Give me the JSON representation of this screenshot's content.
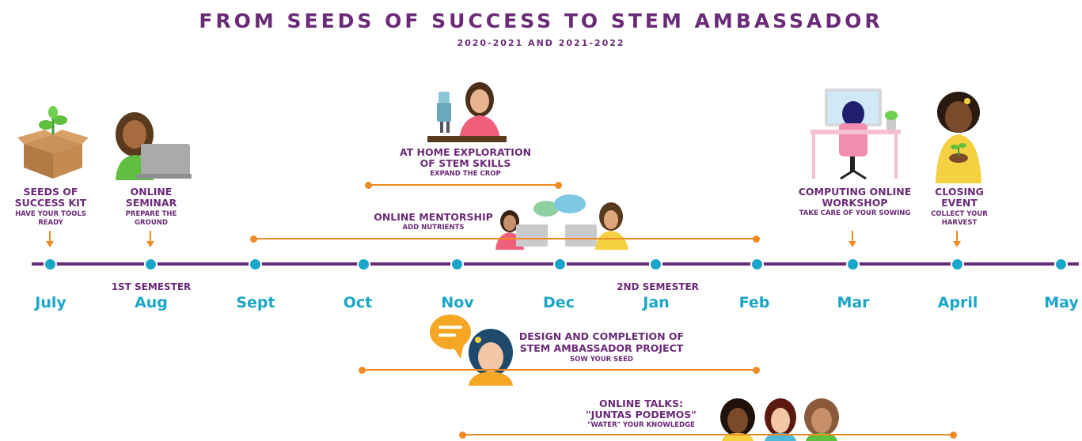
{
  "header": {
    "title": "FROM SEEDS OF SUCCESS TO STEM AMBASSADOR",
    "subtitle": "2020-2021 AND 2021-2022"
  },
  "months": [
    "July",
    "Aug",
    "Sept",
    "Oct",
    "Nov",
    "Dec",
    "Jan",
    "Feb",
    "Mar",
    "April",
    "May"
  ],
  "semesters": {
    "first": "1ST SEMESTER",
    "second": "2ND SEMESTER"
  },
  "events": {
    "seeds_kit": {
      "title_1": "SEEDS OF",
      "title_2": "SUCCESS KIT",
      "sub_1": "HAVE YOUR TOOLS",
      "sub_2": "READY"
    },
    "online_seminar": {
      "title_1": "ONLINE",
      "title_2": "SEMINAR",
      "sub_1": "PREPARE THE",
      "sub_2": "GROUND"
    },
    "home_exploration": {
      "title_1": "AT HOME EXPLORATION",
      "title_2": "OF STEM SKILLS",
      "sub": "EXPAND THE CROP"
    },
    "mentorship": {
      "title": "ONLINE MENTORSHIP",
      "sub": "ADD NUTRIENTS"
    },
    "computing_workshop": {
      "title_1": "COMPUTING ONLINE",
      "title_2": "WORKSHOP",
      "sub": "TAKE CARE OF YOUR SOWING"
    },
    "closing_event": {
      "title_1": "CLOSING",
      "title_2": "EVENT",
      "sub_1": "COLLECT YOUR",
      "sub_2": "HARVEST"
    },
    "design_project": {
      "title_1": "DESIGN AND COMPLETION OF",
      "title_2": "STEM AMBASSADOR PROJECT",
      "sub": "SOW YOUR SEED"
    },
    "online_talks": {
      "title_1": "ONLINE TALKS:",
      "title_2": "\"JUNTAS PODEMOS\"",
      "sub": "\"WATER\" YOUR KNOWLEDGE"
    }
  },
  "colors": {
    "purple": "#6b2a78",
    "teal": "#1aa6c8",
    "orange": "#f08a24"
  }
}
